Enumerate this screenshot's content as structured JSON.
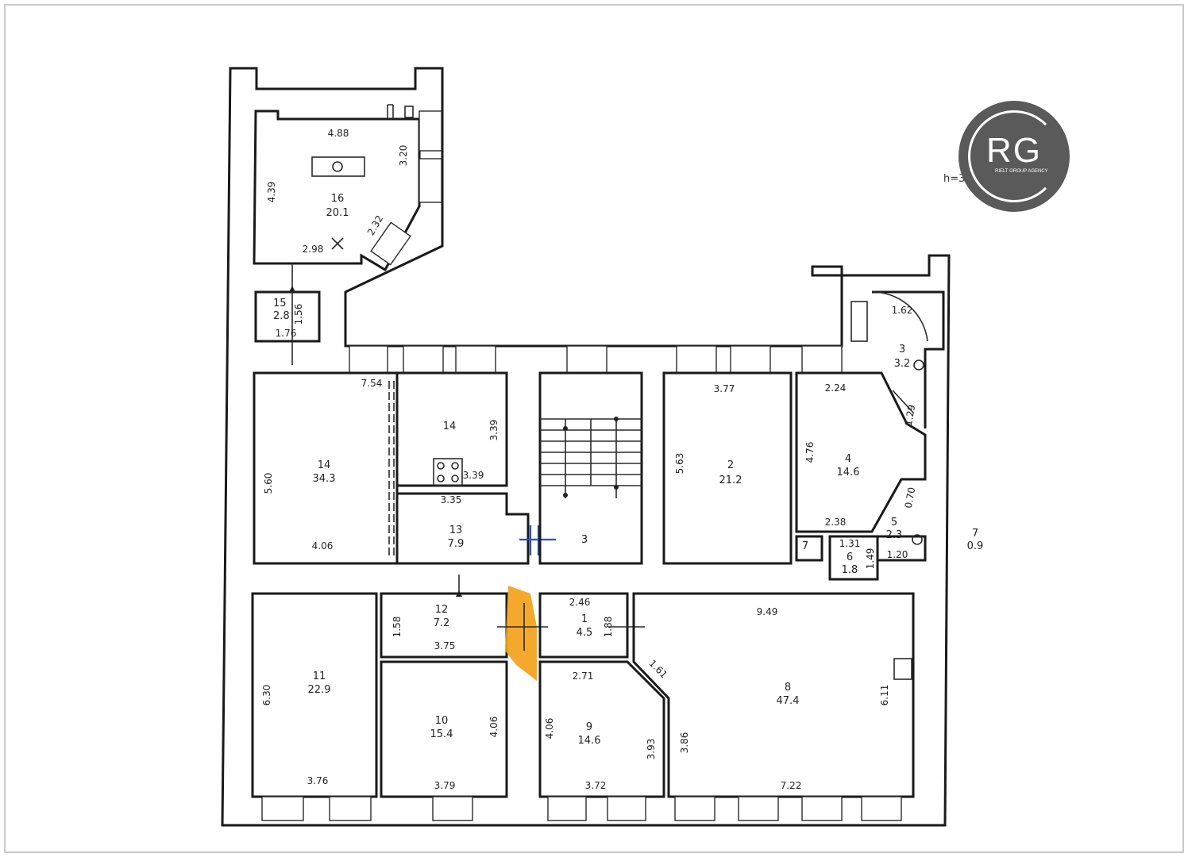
{
  "logo": {
    "mark": "RG",
    "subtitle": "RIELT GROUP AGENCY"
  },
  "height_note": "h=3.10 м",
  "rooms": [
    {
      "id": "room-16",
      "number": "16",
      "area": "20.1"
    },
    {
      "id": "room-15",
      "number": "15",
      "area": "2.8"
    },
    {
      "id": "room-14",
      "number": "14",
      "area": "34.3"
    },
    {
      "id": "room-14-inner",
      "number": "14",
      "area": ""
    },
    {
      "id": "room-13",
      "number": "13",
      "area": "7.9"
    },
    {
      "id": "room-3-stair",
      "number": "3",
      "area": ""
    },
    {
      "id": "room-2",
      "number": "2",
      "area": "21.2"
    },
    {
      "id": "room-4",
      "number": "4",
      "area": "14.6"
    },
    {
      "id": "room-3-small",
      "number": "3",
      "area": "3.2"
    },
    {
      "id": "room-5",
      "number": "5",
      "area": "2.3"
    },
    {
      "id": "room-6",
      "number": "6",
      "area": "1.8"
    },
    {
      "id": "room-7-small",
      "number": "7",
      "area": ""
    },
    {
      "id": "room-7",
      "number": "7",
      "area": "0.9"
    },
    {
      "id": "room-12",
      "number": "12",
      "area": "7.2"
    },
    {
      "id": "room-1",
      "number": "1",
      "area": "4.5"
    },
    {
      "id": "room-11",
      "number": "11",
      "area": "22.9"
    },
    {
      "id": "room-10",
      "number": "10",
      "area": "15.4"
    },
    {
      "id": "room-9",
      "number": "9",
      "area": "14.6"
    },
    {
      "id": "room-8",
      "number": "8",
      "area": "47.4"
    }
  ],
  "dimensions": [
    "4.88",
    "4.39",
    "3.20",
    "2.32",
    "2.98",
    "1.56",
    "1.76",
    "1.62",
    "7.54",
    "5.60",
    "4.06",
    "3.39",
    "3.39",
    "3.35",
    "3.77",
    "5.63",
    "2.24",
    "4.76",
    "1.29",
    "0.70",
    "2.38",
    "1.31",
    "1.20",
    "1.49",
    "2.46",
    "1.88",
    "1.58",
    "3.75",
    "9.49",
    "1.61",
    "2.71",
    "6.30",
    "4.06",
    "4.06",
    "3.93",
    "3.86",
    "6.11",
    "3.76",
    "3.79",
    "3.72",
    "7.22"
  ]
}
